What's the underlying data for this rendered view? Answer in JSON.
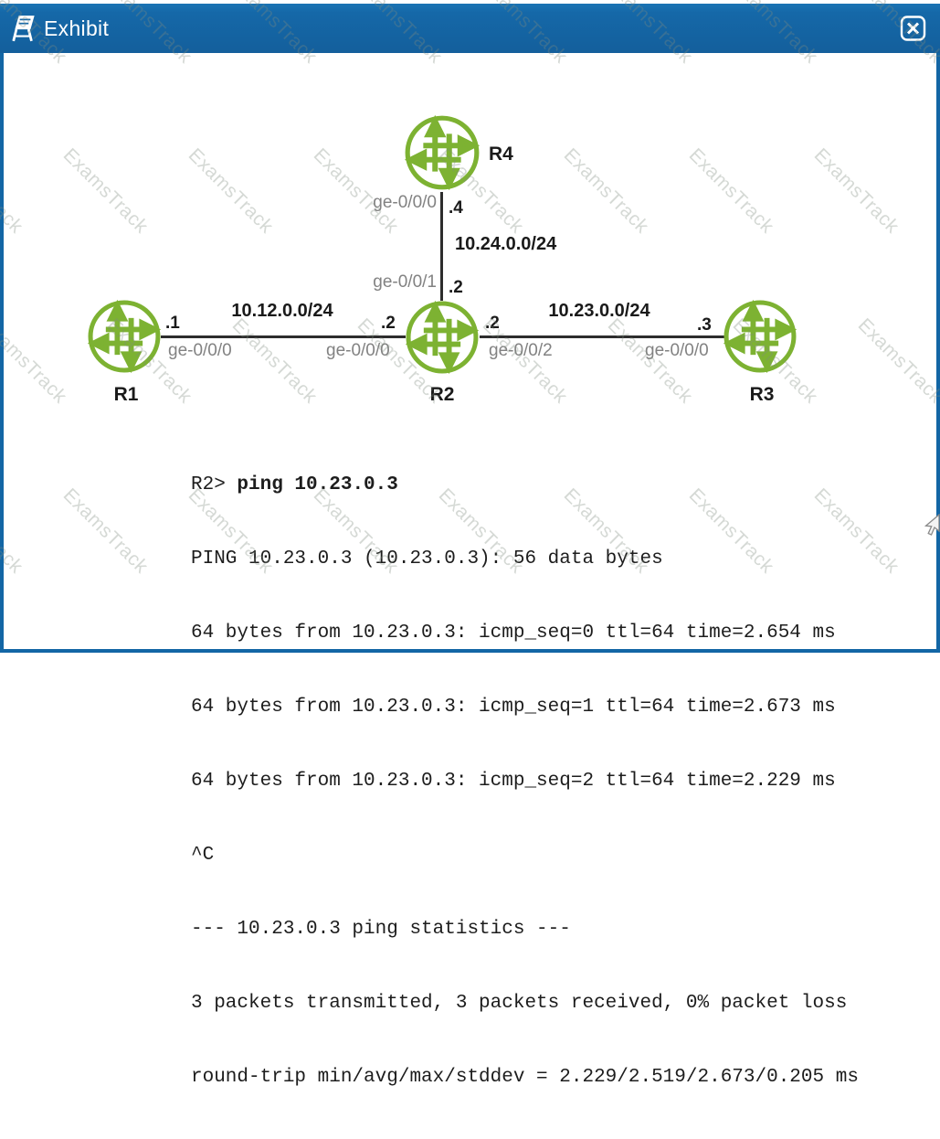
{
  "window": {
    "title": "Exhibit"
  },
  "watermark": {
    "text": "ExamsTrack"
  },
  "colors": {
    "titlebar_blue": "#1568a8",
    "border_blue": "#1366a5",
    "router_green": "#7db232",
    "link_color": "#2d2d2d",
    "interface_gray": "#828282"
  },
  "diagram": {
    "routers": {
      "r1": "R1",
      "r2": "R2",
      "r3": "R3",
      "r4": "R4"
    },
    "networks": {
      "r1_r2": "10.12.0.0/24",
      "r2_r3": "10.23.0.0/24",
      "r2_r4": "10.24.0.0/24"
    },
    "addresses": {
      "r4_on_r2r4": ".4",
      "r2_on_r2r4": ".2",
      "r1_on_r1r2": ".1",
      "r2_on_r1r2": ".2",
      "r2_on_r2r3": ".2",
      "r3_on_r2r3": ".3"
    },
    "interfaces": {
      "r4_down": "ge-0/0/0",
      "r2_up": "ge-0/0/1",
      "r1_right": "ge-0/0/0",
      "r2_left": "ge-0/0/0",
      "r2_right": "ge-0/0/2",
      "r3_left": "ge-0/0/0"
    }
  },
  "terminal": {
    "prompt": "R2> ",
    "command": "ping 10.23.0.3",
    "lines": [
      "PING 10.23.0.3 (10.23.0.3): 56 data bytes",
      "64 bytes from 10.23.0.3: icmp_seq=0 ttl=64 time=2.654 ms",
      "64 bytes from 10.23.0.3: icmp_seq=1 ttl=64 time=2.673 ms",
      "64 bytes from 10.23.0.3: icmp_seq=2 ttl=64 time=2.229 ms",
      "^C",
      "--- 10.23.0.3 ping statistics ---",
      "3 packets transmitted, 3 packets received, 0% packet loss",
      "round-trip min/avg/max/stddev = 2.229/2.519/2.673/0.205 ms"
    ]
  }
}
